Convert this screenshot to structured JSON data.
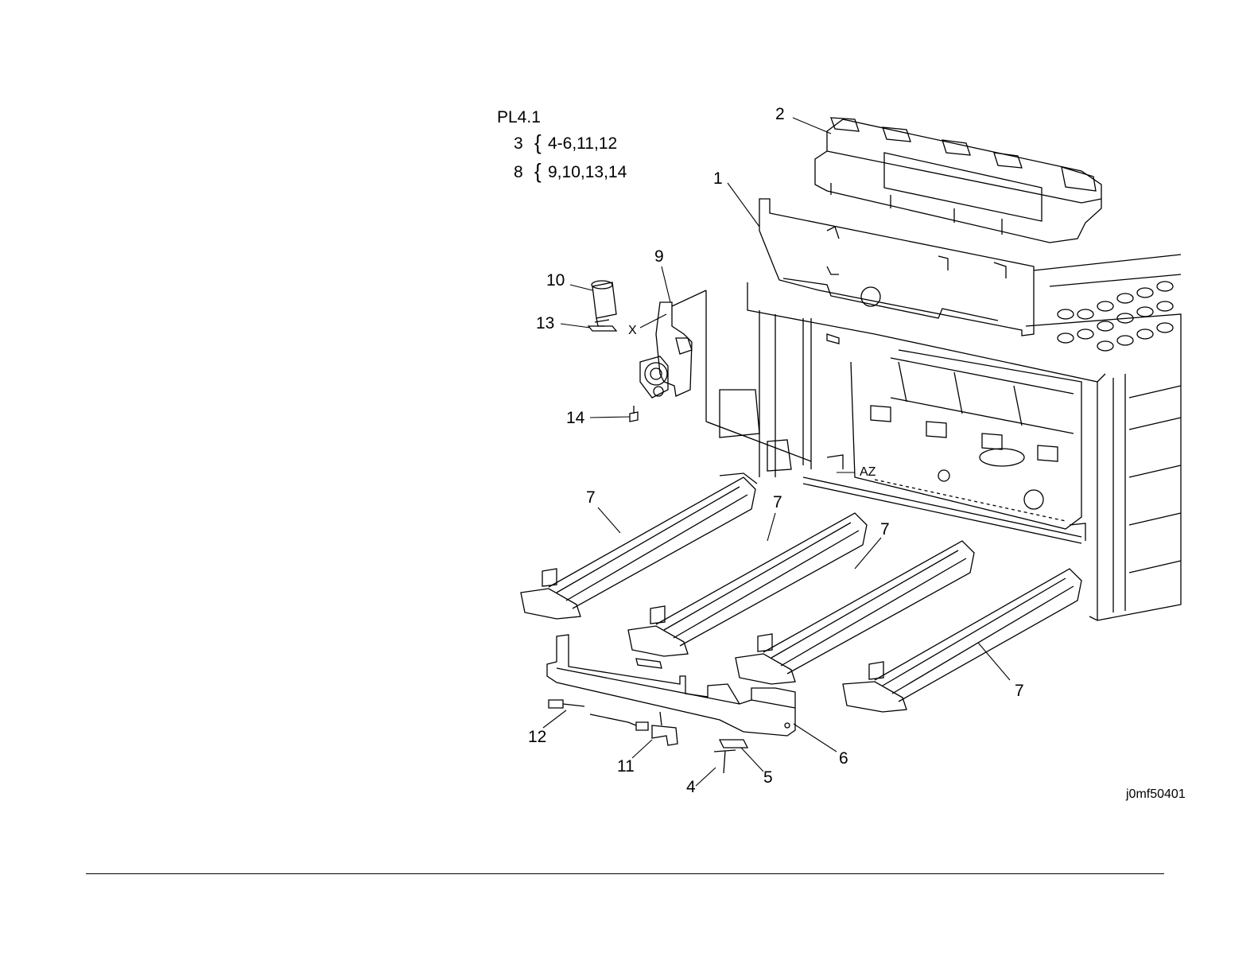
{
  "figure": {
    "plate": "PL4.1",
    "groups": [
      {
        "parent": "3",
        "brace": "{",
        "children": "4-6,11,12"
      },
      {
        "parent": "8",
        "brace": "{",
        "children": "9,10,13,14"
      }
    ],
    "callouts": [
      "1",
      "2",
      "9",
      "10",
      "13",
      "14",
      "7",
      "7",
      "7",
      "7",
      "12",
      "11",
      "4",
      "5",
      "6"
    ],
    "markers": {
      "x": "X",
      "az": "AZ"
    },
    "figure_id": "j0mf50401"
  },
  "colors": {
    "line": "#000000",
    "background": "#ffffff"
  }
}
